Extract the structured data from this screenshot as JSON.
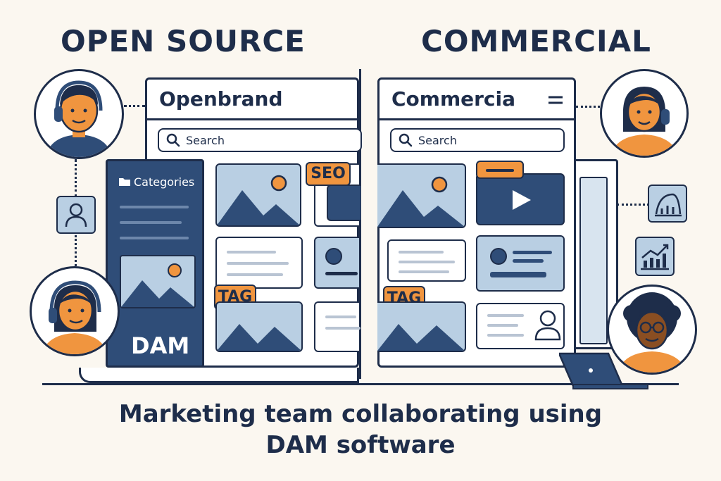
{
  "headings": {
    "left": "OPEN SOURCE",
    "right": "COMMERCIAL"
  },
  "open_source_app": {
    "title": "Openbrand",
    "search_placeholder": "Search",
    "sidebar_label": "Categories",
    "sidebar_badge": "DAM",
    "tags": {
      "seo": "SEO",
      "tag": "TAG"
    }
  },
  "commercial_app": {
    "title": "Commercia",
    "menu_icon": "hamburger-icon",
    "search_placeholder": "Search",
    "tags": {
      "tag": "TAG"
    }
  },
  "caption": {
    "line1": "Marketing team collaborating using",
    "line2": "DAM software"
  },
  "colors": {
    "navy": "#1e2d4a",
    "light_blue": "#b9cfe3",
    "orange": "#f0953f",
    "background": "#fbf7f0"
  }
}
